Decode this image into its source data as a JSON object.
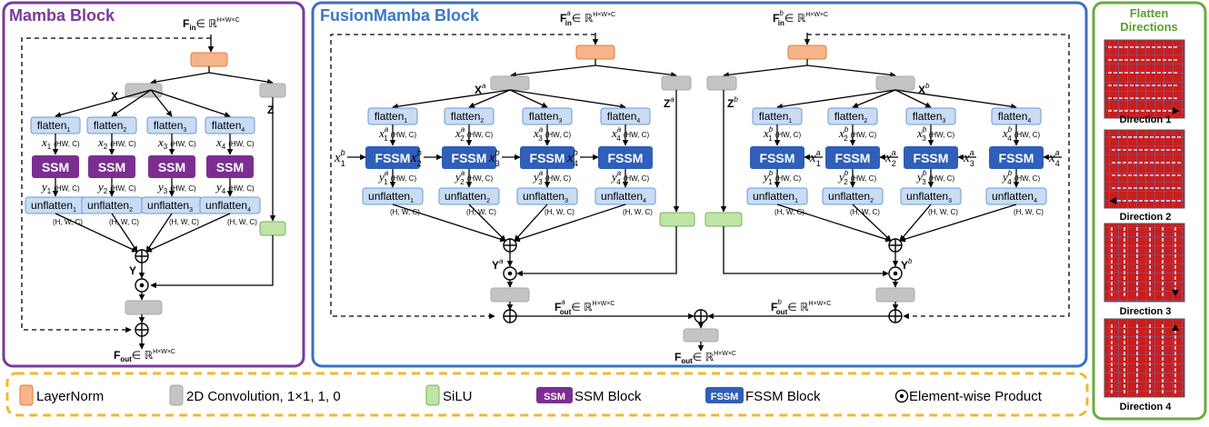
{
  "mamba": {
    "title": "Mamba Block",
    "f_in": "F",
    "f_in_sub": "in",
    "f_out": "F",
    "f_out_sub": "out",
    "space": "∈ ℝ",
    "space_sup": "H×W×C",
    "x_label": "X",
    "z_label": "Z",
    "y_label": "Y",
    "flatten": "flatten",
    "unflatten": "unflatten",
    "ssm": "SSM",
    "seq_dim": "(HW, C)",
    "map_dim": "(H, W, C)",
    "x_var": "x",
    "y_var": "y",
    "indices": [
      "1",
      "2",
      "3",
      "4"
    ]
  },
  "fusion": {
    "title": "FusionMamba Block",
    "f_in": "F",
    "f_in_sub": "in",
    "f_out": "F",
    "f_out_sub": "out",
    "sup_a": "a",
    "sup_b": "b",
    "space": "∈ ℝ",
    "space_sup": "H×W×C",
    "x_label": "X",
    "z_label": "Z",
    "y_label": "Y",
    "flatten": "flatten",
    "unflatten": "unflatten",
    "fssm": "FSSM",
    "seq_dim": "(HW, C)",
    "map_dim": "(H, W, C)",
    "x_var": "x",
    "y_var": "y",
    "indices": [
      "1",
      "2",
      "3",
      "4"
    ]
  },
  "directions": {
    "title_line1": "Flatten",
    "title_line2": "Directions",
    "labels": [
      "Direction 1",
      "Direction 2",
      "Direction 3",
      "Direction 4"
    ]
  },
  "legend": {
    "layernorm": "LayerNorm",
    "conv": "2D Convolution, 1×1, 1, 0",
    "silu": "SiLU",
    "ssm_icon": "SSM",
    "ssm_label": "SSM Block",
    "fssm_icon": "FSSM",
    "fssm_label": "FSSM Block",
    "product": "Element-wise Product"
  },
  "colors": {
    "mamba_border": "#7a3a9a",
    "mamba_title": "#7a3a9a",
    "fusion_border": "#3a6fbf",
    "fusion_title": "#3a78c8",
    "directions_border": "#6aaa3c",
    "directions_title": "#5aa02c",
    "legend_border": "#f0b830",
    "layernorm_fill": "#f7b48a",
    "layernorm_stroke": "#e07a3a",
    "conv_fill": "#c4c4c4",
    "conv_stroke": "#a8a8a8",
    "silu_fill": "#c0e4a8",
    "silu_stroke": "#78b050",
    "flatten_fill": "#c8dcf4",
    "flatten_stroke": "#6a9ad6",
    "ssm_fill": "#7b2e90",
    "fssm_fill": "#2f5fb8"
  }
}
